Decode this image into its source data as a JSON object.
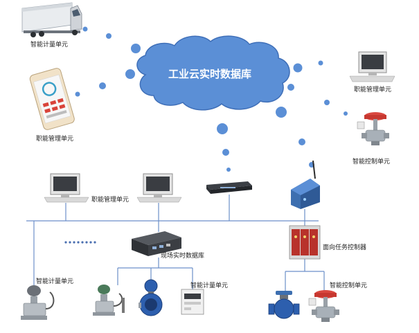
{
  "cloud": {
    "title": "工业云实时数据库"
  },
  "labels": {
    "truck_meter": "智能计量单元",
    "phone_mgmt": "职能管理单元",
    "pc_right_mgmt": "职能管理单元",
    "valve_right_ctrl": "智能控制单元",
    "pcs_mid_mgmt": "职能管理单元",
    "field_db": "现场实时数据库",
    "task_controller": "面向任务控制器",
    "bottom_left_meter": "智能计量单元",
    "bottom_mid_meter": "智能计量单元",
    "bottom_right_ctrl": "智能控制单元"
  },
  "colors": {
    "cloud_fill": "#5b8fd6",
    "cloud_stroke": "#3f6fb8",
    "bubble": "#5b8fd6",
    "bus_line": "#6c8fc9",
    "dots": "#4a6fb0"
  },
  "icons": [
    "truck-icon",
    "smartphone-icon",
    "desktop-pc-icon",
    "control-valve-icon",
    "network-switch-icon",
    "wireless-router-icon",
    "embedded-computer-icon",
    "task-controller-icon",
    "pressure-transmitter-icon",
    "electromagnetic-flowmeter-icon",
    "electric-meter-icon",
    "ball-valve-icon"
  ]
}
